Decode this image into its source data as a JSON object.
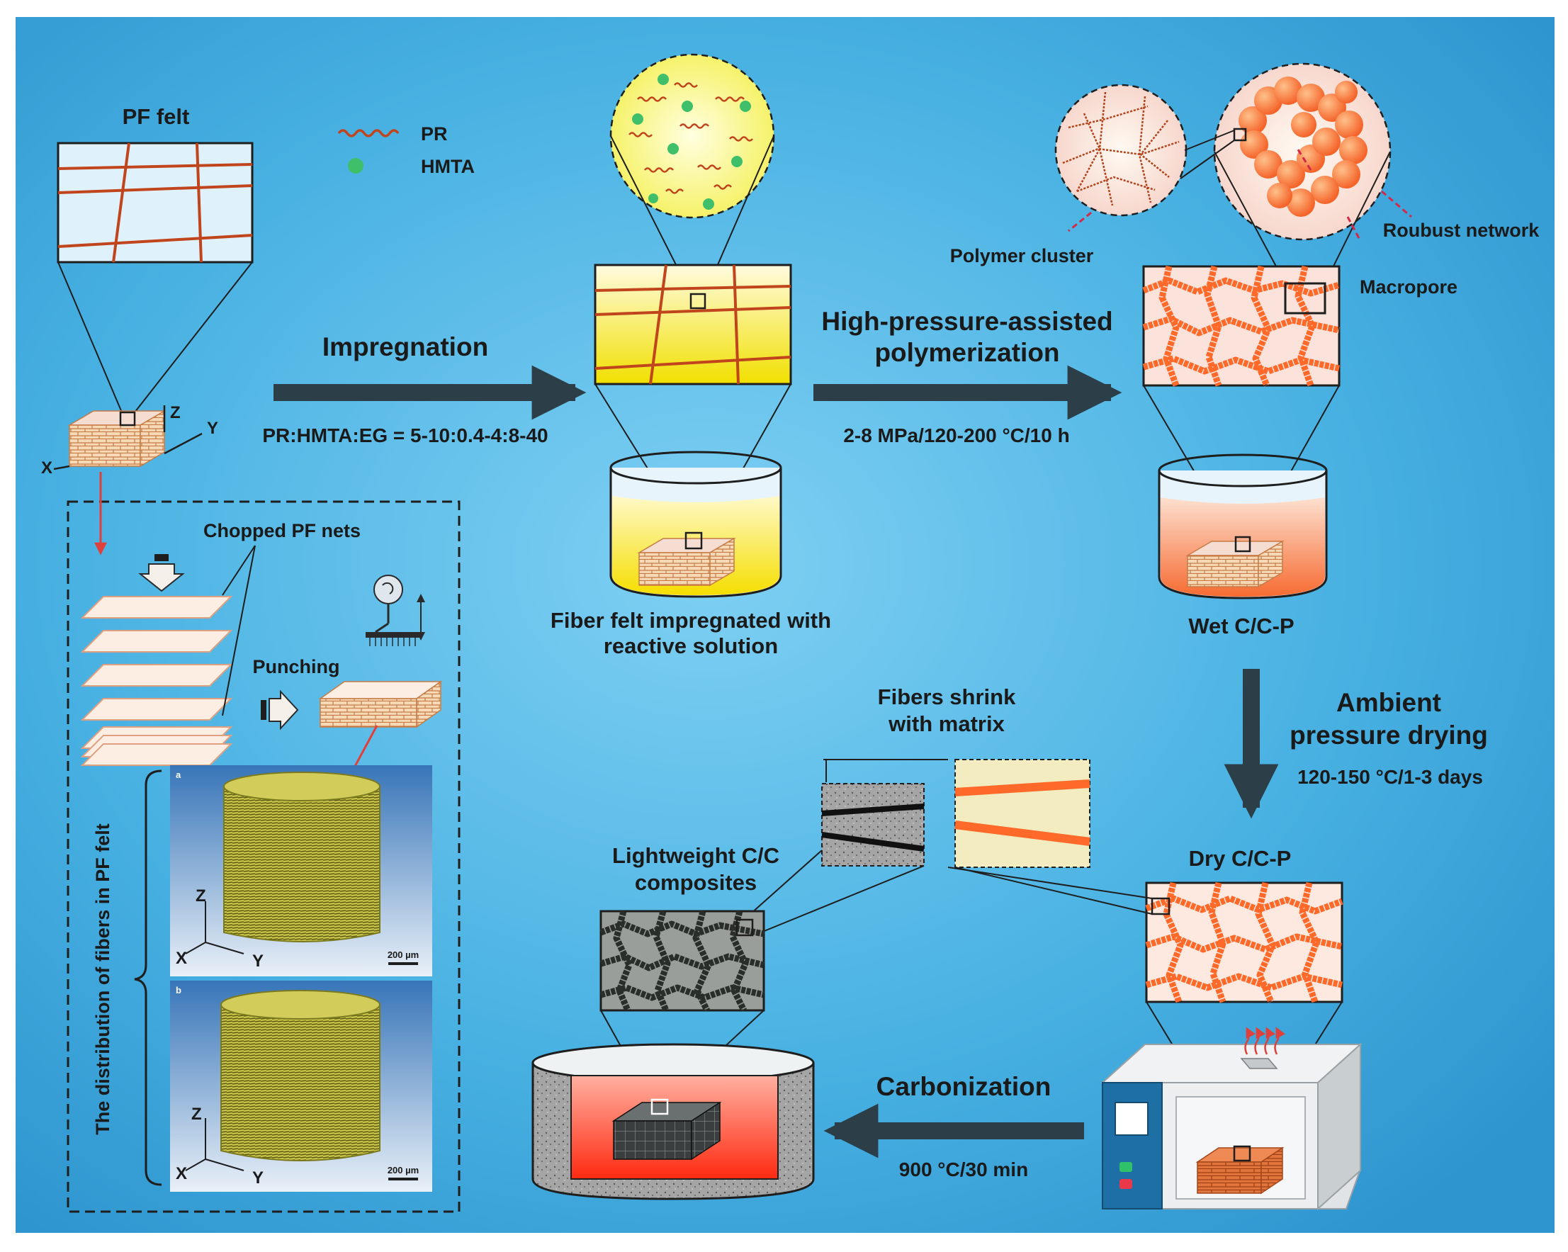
{
  "diagram": {
    "pf_felt": {
      "title": "PF felt",
      "axis_x": "X",
      "axis_y": "Y",
      "axis_z": "Z"
    },
    "legend": [
      {
        "label": "PR",
        "color": "#c0441c"
      },
      {
        "label": "HMTA",
        "color": "#3fbf6a"
      }
    ],
    "steps": {
      "impregnation": {
        "label": "Impregnation",
        "condition": "PR:HMTA:EG = 5-10:0.4-4:8-40"
      },
      "polymerization": {
        "label_line1": "High-pressure-assisted",
        "label_line2": "polymerization",
        "condition": "2-8 MPa/120-200 °C/10 h"
      },
      "drying": {
        "label_line1": "Ambient",
        "label_line2": "pressure drying",
        "condition": "120-150 °C/1-3 days"
      },
      "carbonization": {
        "label": "Carbonization",
        "condition": "900 °C/30 min"
      }
    },
    "stages": {
      "impregnated": {
        "line1": "Fiber felt impregnated with",
        "line2": "reactive solution"
      },
      "wet": "Wet C/C-P",
      "dry": "Dry C/C-P",
      "lightweight": {
        "line1": "Lightweight C/C",
        "line2": "composites"
      }
    },
    "annotations": {
      "polymer_cluster": "Polymer cluster",
      "robust_network": "Roubust network",
      "macropore": "Macropore",
      "fibers_shrink_line1": "Fibers shrink",
      "fibers_shrink_line2": "with matrix"
    },
    "inset": {
      "chopped": "Chopped PF nets",
      "punching": "Punching",
      "distribution": "The distribution of fibers in PF felt",
      "image_a": {
        "tag": "a",
        "scale": "200 µm",
        "axis_x": "X",
        "axis_y": "Y",
        "axis_z": "Z"
      },
      "image_b": {
        "tag": "b",
        "scale": "200 µm",
        "axis_x": "X",
        "axis_y": "Y",
        "axis_z": "Z"
      }
    },
    "colors": {
      "background": "#3fa9dc",
      "fiber": "#b94a1f",
      "polymer": "#ff7033",
      "arrow": "#2c3e47",
      "carbon": "#2a2e2a"
    }
  }
}
